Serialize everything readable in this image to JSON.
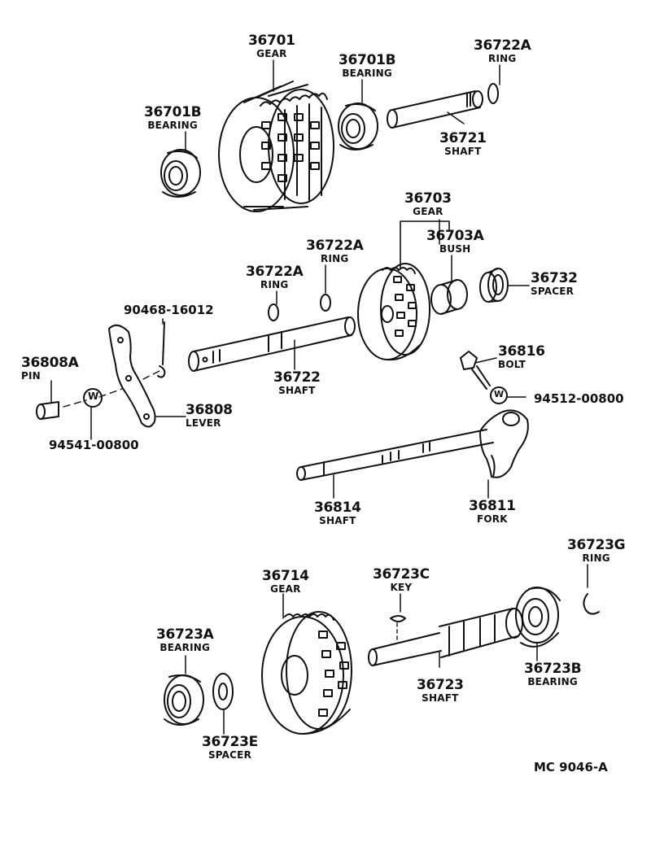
{
  "parts": [
    {
      "number": "36701",
      "name": "GEAR"
    },
    {
      "number": "36701B",
      "name": "BEARING"
    },
    {
      "number": "36701B",
      "name": "BEARING"
    },
    {
      "number": "36722A",
      "name": "RING"
    },
    {
      "number": "36721",
      "name": "SHAFT"
    },
    {
      "number": "36703",
      "name": "GEAR"
    },
    {
      "number": "36703A",
      "name": "BUSH"
    },
    {
      "number": "36722A",
      "name": "RING"
    },
    {
      "number": "36722A",
      "name": "RING"
    },
    {
      "number": "36732",
      "name": "SPACER"
    },
    {
      "number": "36816",
      "name": "BOLT"
    },
    {
      "number": "36808A",
      "name": "PIN"
    },
    {
      "number": "36722",
      "name": "SHAFT"
    },
    {
      "number": "36808",
      "name": "LEVER"
    },
    {
      "number": "36814",
      "name": "SHAFT"
    },
    {
      "number": "36811",
      "name": "FORK"
    },
    {
      "number": "36714",
      "name": "GEAR"
    },
    {
      "number": "36723C",
      "name": "KEY"
    },
    {
      "number": "36723G",
      "name": "RING"
    },
    {
      "number": "36723A",
      "name": "BEARING"
    },
    {
      "number": "36723",
      "name": "SHAFT"
    },
    {
      "number": "36723B",
      "name": "BEARING"
    },
    {
      "number": "36723E",
      "name": "SPACER"
    }
  ],
  "plain_numbers": [
    "90468-16012",
    "94512-00800",
    "94541-00800"
  ],
  "washer_mark": "W",
  "caption": "MC  9046-A"
}
